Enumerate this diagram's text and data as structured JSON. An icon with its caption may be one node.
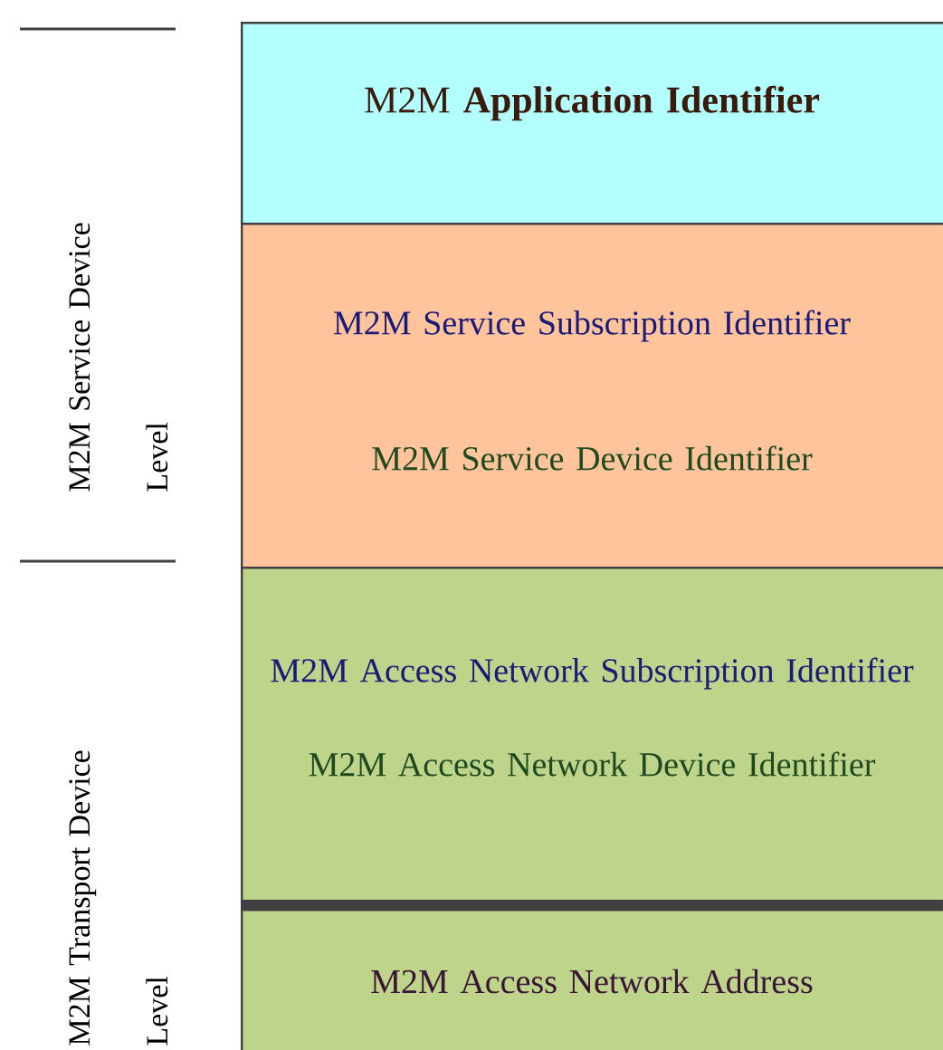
{
  "diagram": {
    "nodes": [
      {
        "text": [
          "M2M **Application Identifier**"
        ]
      },
      {
        "text": [
          "M2M Service Subscription Identifier",
          "M2M Service Device Identifier"
        ]
      },
      {
        "text": [
          "M2M Access Network Subscription Identifier",
          "M2M Access Network Device Identifier"
        ]
      },
      {
        "text": [
          "M2M Access Network Address"
        ]
      }
    ],
    "labels": [
      "M2M Service Device Level",
      "M2M Transport Device Level"
    ]
  }
}
